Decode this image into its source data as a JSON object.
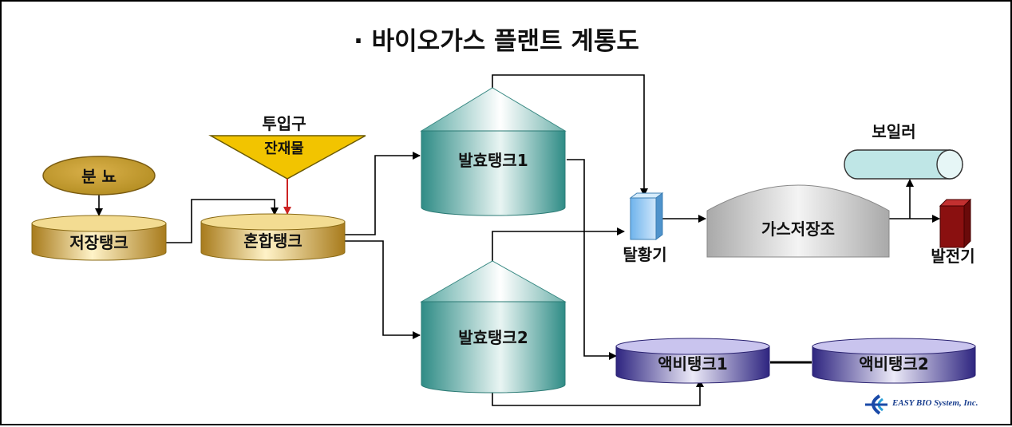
{
  "title": "· 바이오가스 플랜트 계통도",
  "nodes": {
    "manure": "분 뇨",
    "inlet": "투입구",
    "residue": "잔재물",
    "storage_tank": "저장탱크",
    "mixing_tank": "혼합탱크",
    "digester1": "발효탱크1",
    "digester2": "발효탱크2",
    "desulfurizer": "탈황기",
    "gas_holder": "가스저장조",
    "boiler": "보일러",
    "generator": "발전기",
    "liquid_tank1": "액비탱크1",
    "liquid_tank2": "액비탱크2"
  },
  "logo": {
    "text": "EASY BIO System, Inc."
  },
  "colors": {
    "gold": "#c8a040",
    "teal": "#3a9a94",
    "purple": "#4a3a9a",
    "red": "#8a1010",
    "yellow": "#f2c400",
    "cyan": "#bfe6e6",
    "arrow_red": "#cc2222"
  }
}
